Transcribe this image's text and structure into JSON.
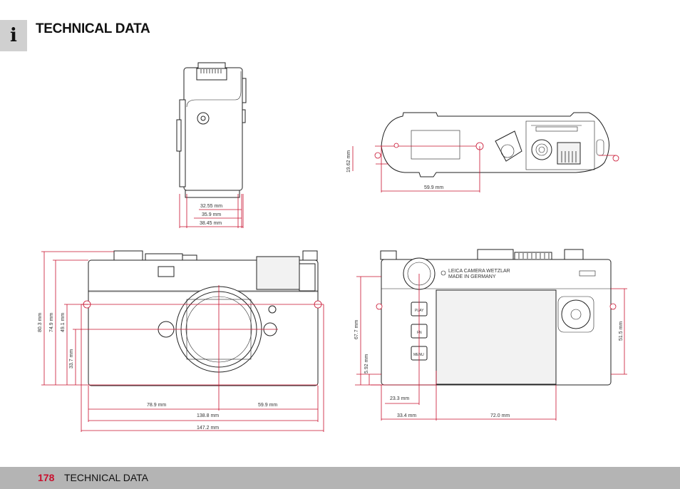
{
  "header": {
    "icon": "info-icon",
    "icon_glyph": "i",
    "title": "TECHNICAL DATA"
  },
  "side_view": {
    "dim_1": "32.55 mm",
    "dim_2": "35.9 mm",
    "dim_3": "38.45 mm"
  },
  "top_view": {
    "height_dim": "19.62 mm",
    "width_dim": "59.9 mm"
  },
  "front_view": {
    "dim_height_total": "80.3 mm",
    "dim_height_2": "74.9 mm",
    "dim_height_3": "49.1 mm",
    "dim_height_4": "33.7 mm",
    "dim_left": "78.9 mm",
    "dim_right": "59.9 mm",
    "dim_body": "138.8 mm",
    "dim_total": "147.2 mm"
  },
  "back_view": {
    "engraving_line1": "LEICA CAMERA WETZLAR",
    "engraving_line2": "MADE IN GERMANY",
    "button_play": "PLAY",
    "button_fn": "FN",
    "button_menu": "MENU",
    "dim_height_left": "67.7 mm",
    "dim_bottom_left": "5.92 mm",
    "dim_height_right": "51.5 mm",
    "dim_short": "23.3 mm",
    "dim_left": "33.4 mm",
    "dim_right": "72.0 mm"
  },
  "footer": {
    "page_number": "178",
    "section_title": "TECHNICAL DATA"
  }
}
